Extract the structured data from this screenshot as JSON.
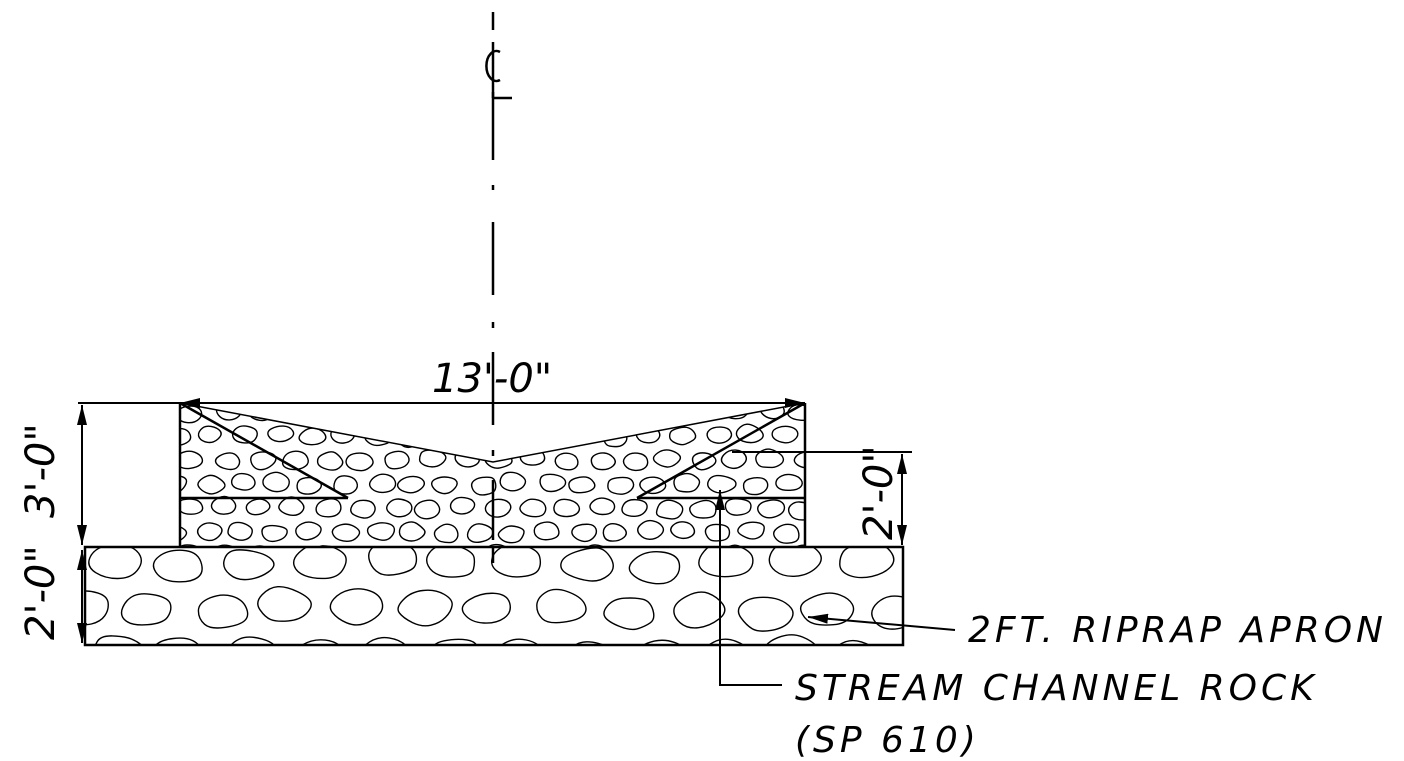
{
  "diagram": {
    "centerline_symbol": "℄",
    "dimensions": {
      "top_width": "13'-0\"",
      "total_depth": "3'-0\"",
      "apron_depth": "2'-0\"",
      "channel_depth": "2'-0\""
    },
    "labels": {
      "riprap": "2FT. RIPRAP APRON",
      "rock_line1": "STREAM CHANNEL ROCK",
      "rock_line2": "(SP 610)"
    },
    "colors": {
      "ink": "#000000",
      "paper": "#ffffff"
    }
  }
}
